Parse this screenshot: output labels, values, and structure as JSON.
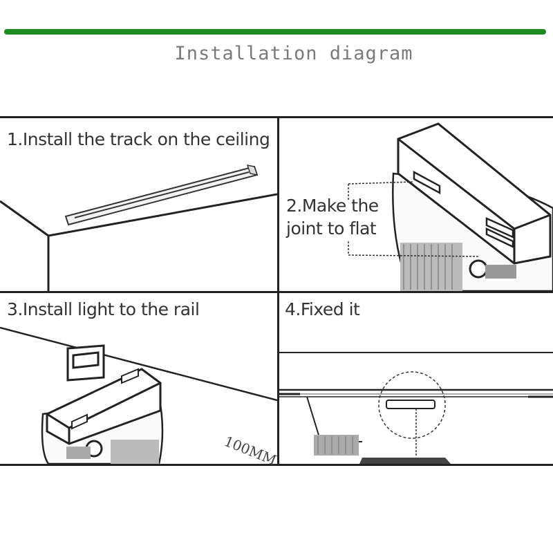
{
  "title": "Installation diagram",
  "colors": {
    "accent_bar": "#1f8a1f",
    "line": "#222222",
    "text": "#333333"
  },
  "steps": [
    {
      "label": "1.Install the track on the ceiling"
    },
    {
      "label_line1": "2.Make the",
      "label_line2": "joint to flat"
    },
    {
      "label": "3.Install light to the rail"
    },
    {
      "label": "4.Fixed it"
    }
  ],
  "watermark": "100MM"
}
